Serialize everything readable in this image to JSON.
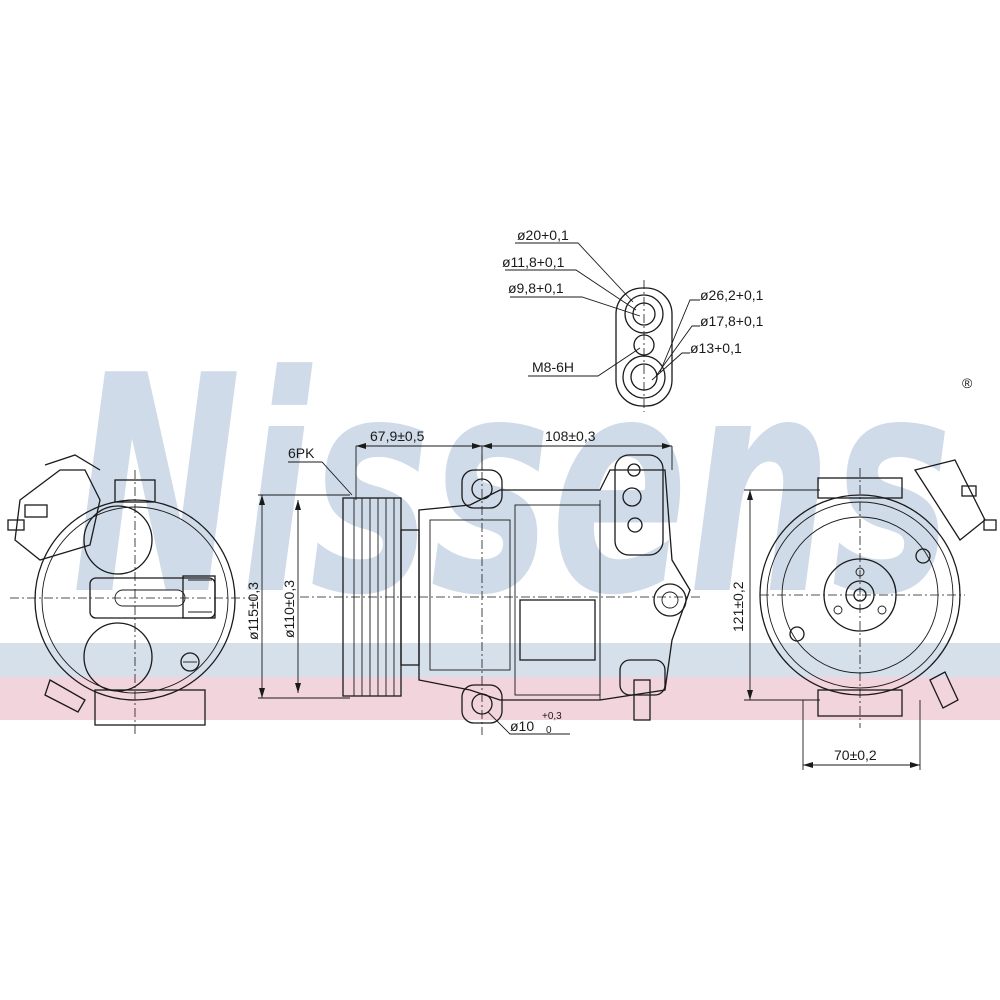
{
  "brand": {
    "watermark": "Nissens",
    "registered": "®",
    "watermark_color": "#cfdbe8",
    "band_blue": "#d6e0eb",
    "band_pink": "#f2d4dc"
  },
  "labels": {
    "belt": "6PK",
    "thread": "M8-6H",
    "port1_d1": "ø20+0,1",
    "port1_d2": "ø11,8+0,1",
    "port1_d3": "ø9,8+0,1",
    "port2_d1": "ø26,2+0,1",
    "port2_d2": "ø17,8+0,1",
    "port2_d3": "ø13+0,1",
    "dim_pulley_offset": "67,9±0,5",
    "dim_mount_spacing": "108±0,3",
    "dim_pulley_outer": "ø115±0,3",
    "dim_pulley_inner": "ø110±0,3",
    "dim_height": "121±0,2",
    "dim_width": "70±0,2",
    "dim_hole": "ø10",
    "dim_hole_tol_upper": "+0,3",
    "dim_hole_tol_lower": "0"
  },
  "icons": {
    "registered": "registered-mark-icon"
  }
}
